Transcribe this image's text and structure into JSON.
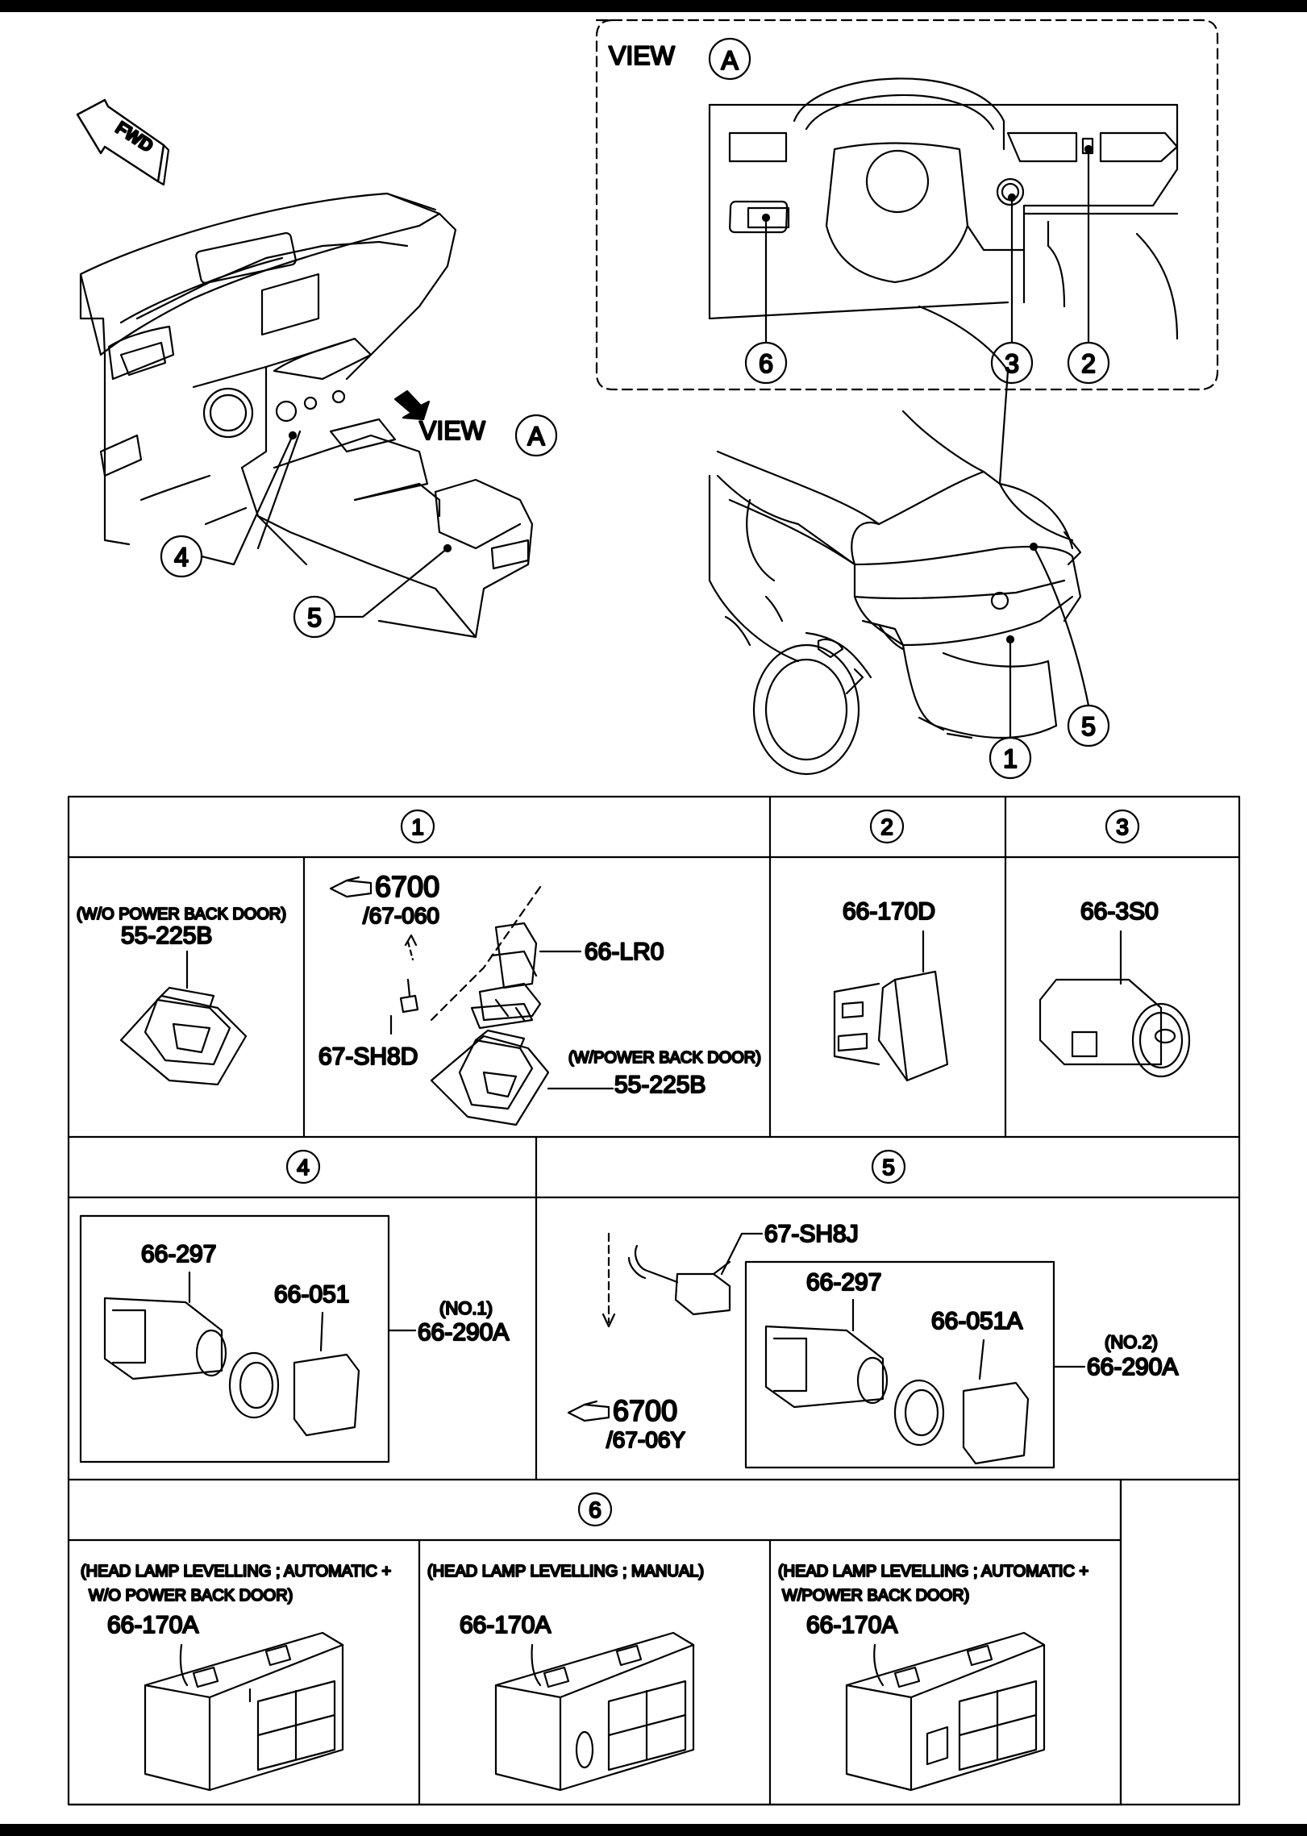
{
  "colors": {
    "ink": "#000000",
    "paper": "#ffffff"
  },
  "overview": {
    "fwd_label": "FWD",
    "view_label": "VIEW",
    "view_letter": "A",
    "callouts": [
      "1",
      "2",
      "3",
      "4",
      "5",
      "6"
    ]
  },
  "table": {
    "row1": {
      "h1": "1",
      "h2": "2",
      "h3": "3",
      "c1": {
        "cond": "(W/O POWER BACK DOOR)",
        "part": "55-225B"
      },
      "c2": {
        "ref_main": "6700",
        "ref_sub": "/67-060",
        "part_switch": "66-LR0",
        "part_connector": "67-SH8D",
        "cond": "(W/POWER BACK DOOR)",
        "part_bezel": "55-225B"
      },
      "c3": {
        "part": "66-170D"
      },
      "c4": {
        "part": "66-3S0"
      }
    },
    "row2": {
      "h4": "4",
      "h5": "5",
      "c4": {
        "part_socket": "66-297",
        "part_cap": "66-051",
        "no": "(NO.1)",
        "assy": "66-290A"
      },
      "c5": {
        "part_connector": "67-SH8J",
        "ref_main": "6700",
        "ref_sub": "/67-06Y",
        "part_socket": "66-297",
        "part_cap": "66-051A",
        "no": "(NO.2)",
        "assy": "66-290A"
      }
    },
    "row3": {
      "h6": "6",
      "c1": {
        "cond1": "(HEAD LAMP LEVELLING ; AUTOMATIC +",
        "cond2": "W/O POWER BACK DOOR)",
        "part": "66-170A"
      },
      "c2": {
        "cond1": "(HEAD LAMP LEVELLING ; MANUAL)",
        "part": "66-170A"
      },
      "c3": {
        "cond1": "(HEAD LAMP LEVELLING ; AUTOMATIC +",
        "cond2": "W/POWER BACK DOOR)",
        "part": "66-170A"
      }
    }
  }
}
